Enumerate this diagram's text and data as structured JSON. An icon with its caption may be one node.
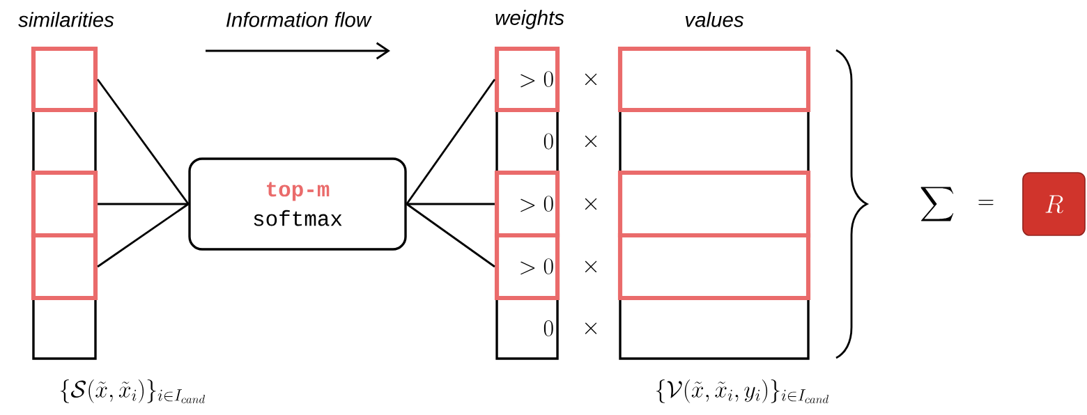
{
  "diagram": {
    "nodes": [
      {
        "text": [],
        "shape": "box"
      },
      {
        "text": [],
        "shape": "box"
      },
      {
        "text": [],
        "shape": "box"
      },
      {
        "text": [],
        "shape": "box"
      },
      {
        "text": [],
        "shape": "box"
      },
      {
        "text": [
          "top-m",
          "softmax"
        ]
      },
      {
        "text": [
          "> 0"
        ]
      },
      {
        "text": [
          "0"
        ]
      },
      {
        "text": [
          "> 0"
        ]
      },
      {
        "text": [
          "> 0"
        ]
      },
      {
        "text": [
          "0"
        ]
      },
      {
        "text": [],
        "shape": "box"
      },
      {
        "text": [],
        "shape": "box"
      },
      {
        "text": [],
        "shape": "box"
      },
      {
        "text": [],
        "shape": "box"
      },
      {
        "text": [],
        "shape": "box"
      },
      {
        "text": [
          "R"
        ]
      }
    ],
    "edges": [
      {
        "from": 0,
        "to": 5,
        "arrow": "none"
      },
      {
        "from": 2,
        "to": 5,
        "arrow": "none"
      },
      {
        "from": 3,
        "to": 5,
        "arrow": "none"
      },
      {
        "from": 5,
        "to": 6,
        "arrow": "none"
      },
      {
        "from": 5,
        "to": 8,
        "arrow": "none"
      },
      {
        "from": 5,
        "to": 9,
        "arrow": "none"
      }
    ],
    "labels": [
      "similarities",
      "Information flow",
      "weights",
      "values",
      "\\times",
      "\\times",
      "\\times",
      "\\times",
      "\\times",
      "\\sum",
      "=",
      "\\{\\mathcal{S}(\\tilde{x}, \\tilde{x}_i)\\}_{i \\in I_{cand}}",
      "\\{\\mathcal{V}(\\tilde{x}, \\tilde{x}_i, y_i)\\}_{i \\in I_{cand}}"
    ]
  }
}
